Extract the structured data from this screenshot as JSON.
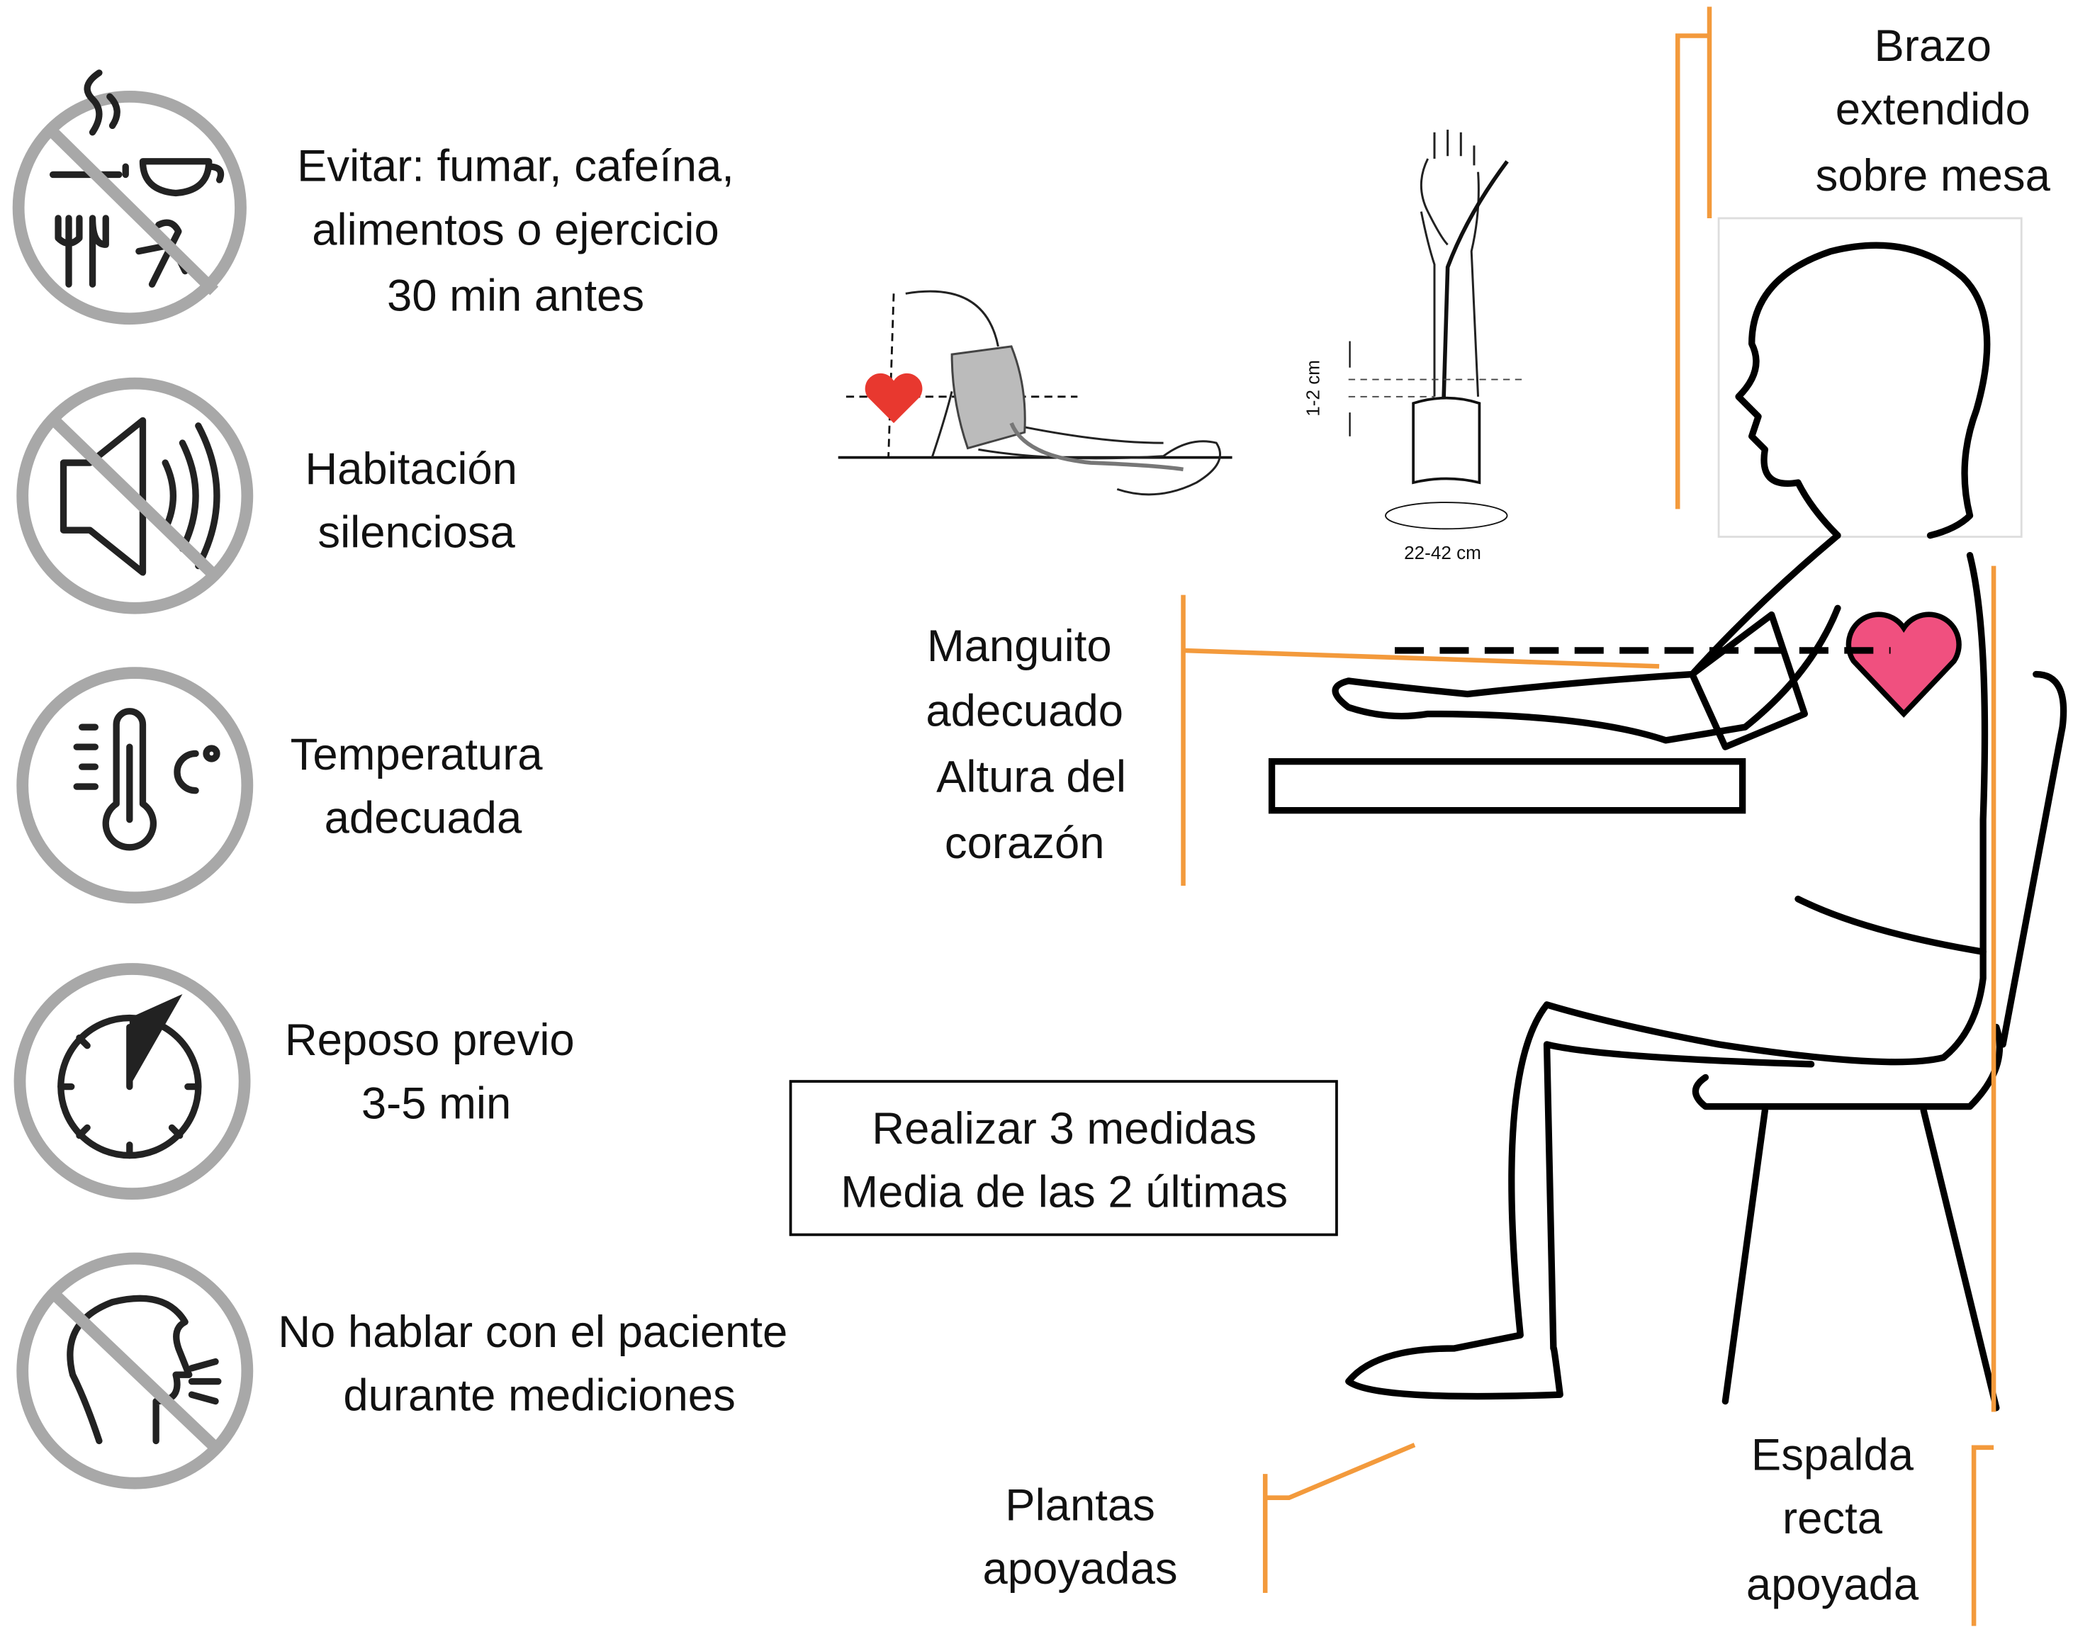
{
  "recommendations": [
    {
      "icon": "no-smoking-food-exercise-icon",
      "lines": [
        "Evitar: fumar, cafeína,",
        "alimentos o ejercicio",
        "30 min antes"
      ]
    },
    {
      "icon": "no-sound-icon",
      "lines": [
        "Habitación",
        "silenciosa"
      ]
    },
    {
      "icon": "thermometer-icon",
      "lines": [
        "Temperatura",
        "adecuada"
      ]
    },
    {
      "icon": "clock-icon",
      "lines": [
        "Reposo previo",
        "3-5 min"
      ]
    },
    {
      "icon": "no-talking-icon",
      "lines": [
        "No hablar con el paciente",
        "durante mediciones"
      ]
    }
  ],
  "callouts": {
    "arm": [
      "Brazo",
      "extendido",
      "sobre mesa"
    ],
    "cuff": [
      "Manguito",
      "adecuado",
      "Altura del",
      "corazón"
    ],
    "feet": [
      "Plantas",
      "apoyadas"
    ],
    "back": [
      "Espalda",
      "recta",
      "apoyada"
    ]
  },
  "measures_box": [
    "Realizar 3 medidas",
    "Media de las 2 últimas"
  ],
  "cuff_diagram": {
    "offset_label": "1-2 cm",
    "circumference_label": "22-42 cm"
  },
  "colors": {
    "accent": "#f39a3c",
    "heart_pink": "#f0507f",
    "heart_red": "#e8382f",
    "ring": "#a8a8a8"
  }
}
